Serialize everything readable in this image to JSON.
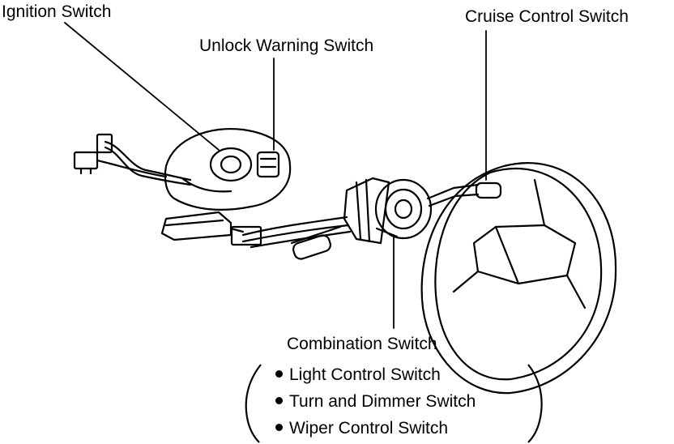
{
  "labels": {
    "ignition_switch": "Ignition Switch",
    "unlock_warning_switch": "Unlock Warning Switch",
    "cruise_control_switch": "Cruise Control Switch",
    "combination_switch": "Combination Switch"
  },
  "combination_parts": [
    "Light Control Switch",
    "Turn and Dimmer Switch",
    "Wiper Control Switch"
  ]
}
